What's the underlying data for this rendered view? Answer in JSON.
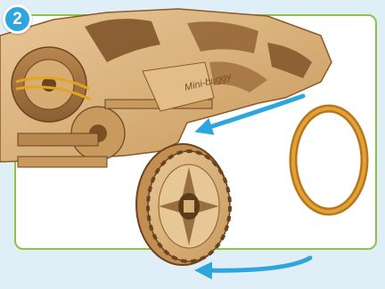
{
  "step": {
    "number": "2"
  },
  "model": {
    "engraving": "Mini-buggy"
  },
  "colors": {
    "background": "#dfeef7",
    "panel": "#ffffff",
    "panel_border": "#8cc63f",
    "badge": "#2ea6dd",
    "arrow": "#2ea6dd",
    "wood": "#d9b07a",
    "rubber_band": "#c8871e"
  },
  "icons": [
    "curved-arrow-icon",
    "rubber-band-icon",
    "wooden-buggy-illustration"
  ]
}
